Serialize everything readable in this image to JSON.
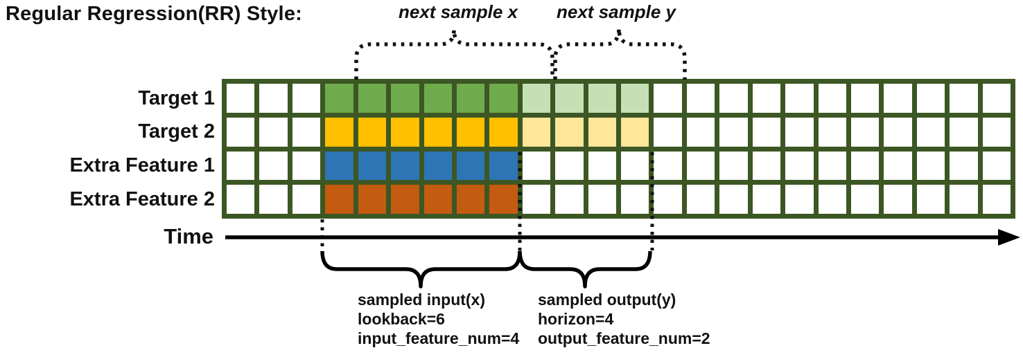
{
  "title": "Regular Regression(RR) Style:",
  "annotations": {
    "next_sample_x": "next sample x",
    "next_sample_y": "next sample y"
  },
  "time_axis": {
    "label": "Time",
    "color": "#000000"
  },
  "grid": {
    "columns": 24,
    "input_start": 3,
    "lookback": 6,
    "horizon": 4,
    "border_color": "#3c5723",
    "empty_cell_color": "#ffffff",
    "rows": [
      {
        "label": "Target 1",
        "input_color": "#6fab4c",
        "output_color": "#c5e0b4"
      },
      {
        "label": "Target 2",
        "input_color": "#ffc000",
        "output_color": "#ffe699"
      },
      {
        "label": "Extra Feature 1",
        "input_color": "#2e75b6",
        "output_color": null
      },
      {
        "label": "Extra Feature 2",
        "input_color": "#c55a11",
        "output_color": null
      }
    ]
  },
  "sampled_input": {
    "lines": [
      "sampled input(x)",
      "lookback=6",
      "input_feature_num=4"
    ]
  },
  "sampled_output": {
    "lines": [
      "sampled output(y)",
      "horizon=4",
      "output_feature_num=2"
    ]
  }
}
